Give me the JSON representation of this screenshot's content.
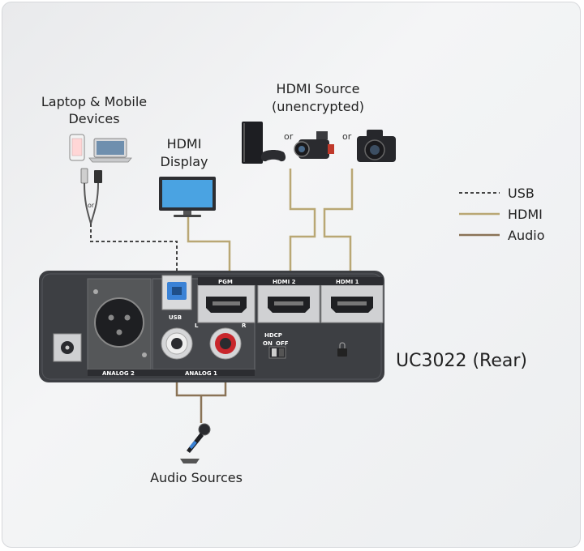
{
  "labels": {
    "laptop_mobile_line1": "Laptop & Mobile",
    "laptop_mobile_line2": "Devices",
    "hdmi_display_line1": "HDMI",
    "hdmi_display_line2": "Display",
    "hdmi_source_line1": "HDMI Source",
    "hdmi_source_line2": "(unencrypted)",
    "or_1": "or",
    "or_2": "or",
    "cable_or": "or",
    "audio_sources": "Audio Sources",
    "model": "UC3022 (Rear)"
  },
  "legend": {
    "usb": "USB",
    "hdmi": "HDMI",
    "audio": "Audio"
  },
  "ports": {
    "pgm": "PGM",
    "hdmi2": "HDMI 2",
    "hdmi1": "HDMI 1",
    "usb": "USB",
    "left": "L",
    "right": "R",
    "hdcp": "HDCP",
    "on": "ON",
    "off": "OFF",
    "analog2": "ANALOG 2",
    "analog1": "ANALOG 1"
  },
  "colors": {
    "hdmi_line": "#b9a774",
    "audio_line": "#8a7356",
    "usb_line": "#444444",
    "device_body": "#3d3f43",
    "usb_port": "#3a82d6",
    "audio_right_ring": "#c8262c"
  }
}
